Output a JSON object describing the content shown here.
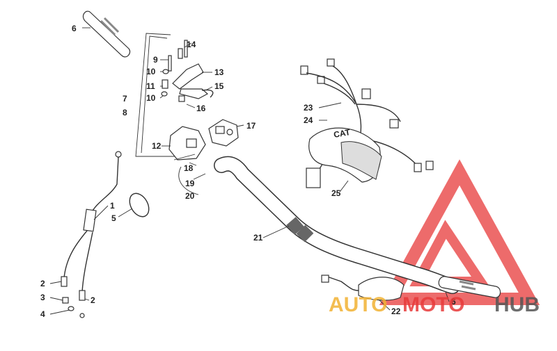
{
  "callouts": [
    {
      "id": "c6a",
      "text": "6"
    },
    {
      "id": "c14",
      "text": "14"
    },
    {
      "id": "c9",
      "text": "9"
    },
    {
      "id": "c10a",
      "text": "10"
    },
    {
      "id": "c13",
      "text": "13"
    },
    {
      "id": "c11",
      "text": "11"
    },
    {
      "id": "c15",
      "text": "15"
    },
    {
      "id": "c10b",
      "text": "10"
    },
    {
      "id": "c7",
      "text": "7"
    },
    {
      "id": "c8",
      "text": "8"
    },
    {
      "id": "c16",
      "text": "16"
    },
    {
      "id": "c17",
      "text": "17"
    },
    {
      "id": "c12",
      "text": "12"
    },
    {
      "id": "c18",
      "text": "18"
    },
    {
      "id": "c19",
      "text": "19"
    },
    {
      "id": "c20",
      "text": "20"
    },
    {
      "id": "c1",
      "text": "1"
    },
    {
      "id": "c5",
      "text": "5"
    },
    {
      "id": "c21",
      "text": "21"
    },
    {
      "id": "c23",
      "text": "23"
    },
    {
      "id": "c24",
      "text": "24"
    },
    {
      "id": "c25",
      "text": "25"
    },
    {
      "id": "c2a",
      "text": "2"
    },
    {
      "id": "c3",
      "text": "3"
    },
    {
      "id": "c2b",
      "text": "2"
    },
    {
      "id": "c4",
      "text": "4"
    },
    {
      "id": "c22",
      "text": "22"
    },
    {
      "id": "c6b",
      "text": "6"
    }
  ],
  "watermark": {
    "part1": "AUTO",
    "part2": "MOTO",
    "part3": "HUB",
    "color_logo": "#e83a3a",
    "color_auto": "#f2b233",
    "color_hub": "#555555"
  },
  "emblem_text": "CAT"
}
